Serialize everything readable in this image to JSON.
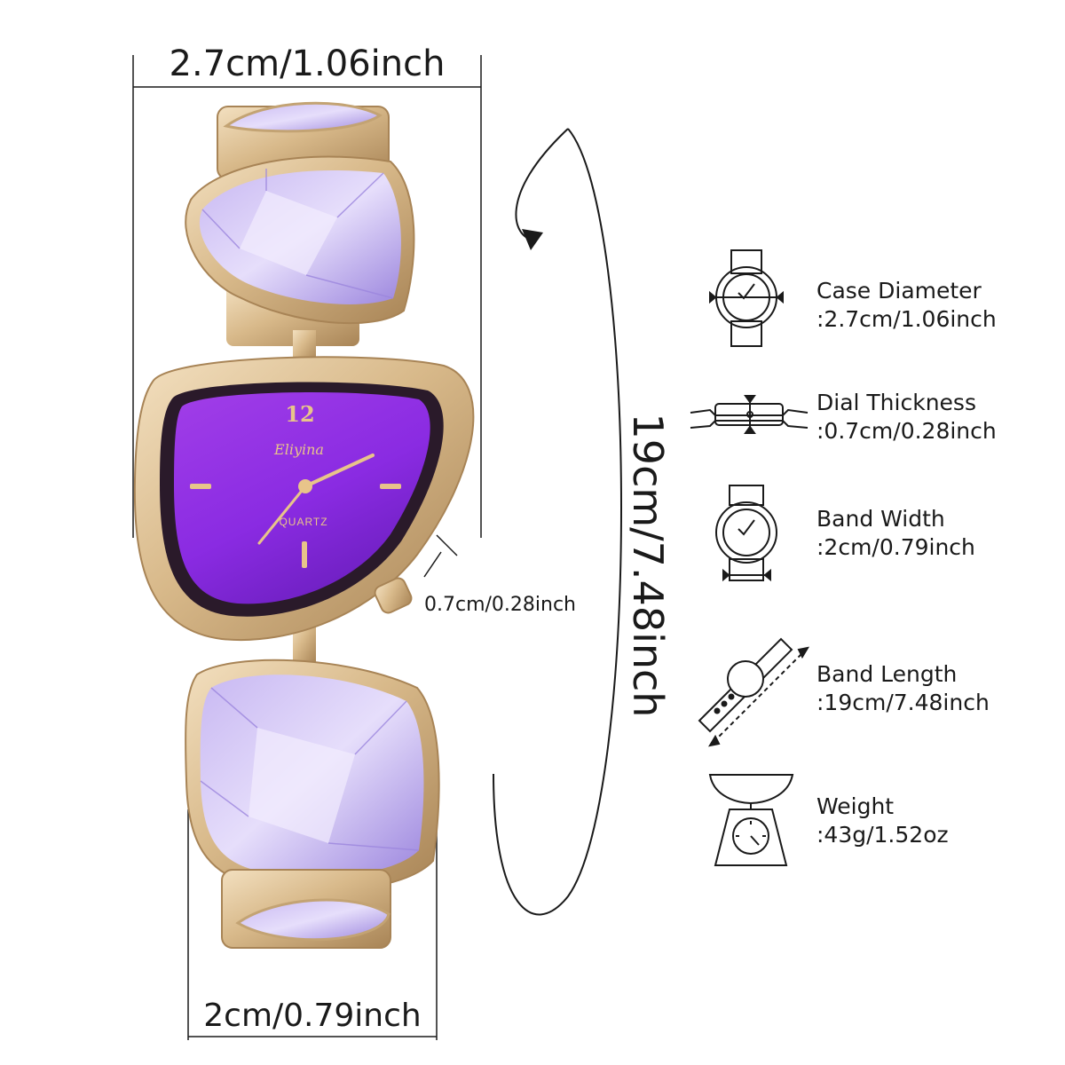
{
  "dimensions": {
    "case_width": "2.7cm/1.06inch",
    "band_width": "2cm/0.79inch",
    "thickness": "0.7cm/0.28inch",
    "band_length": "19cm/7.48inch"
  },
  "dial": {
    "numeral": "12",
    "brand": "Eliyina",
    "movement": "QUARTZ"
  },
  "specs": [
    {
      "label": "Case Diameter",
      "value": ":2.7cm/1.06inch",
      "icon": "watch-case-icon"
    },
    {
      "label": "Dial Thickness",
      "value": ":0.7cm/0.28inch",
      "icon": "watch-side-icon"
    },
    {
      "label": "Band Width",
      "value": ":2cm/0.79inch",
      "icon": "watch-band-width-icon"
    },
    {
      "label": "Band Length",
      "value": ":19cm/7.48inch",
      "icon": "watch-strap-icon"
    },
    {
      "label": "Weight",
      "value": ":43g/1.52oz",
      "icon": "scale-icon"
    }
  ],
  "colors": {
    "gold": "#d8b98a",
    "gold_dark": "#a88456",
    "gem": "#b9a6ea",
    "gem_light": "#e3dbfa",
    "dial": "#8a2be2",
    "line": "#1a1a1a"
  }
}
